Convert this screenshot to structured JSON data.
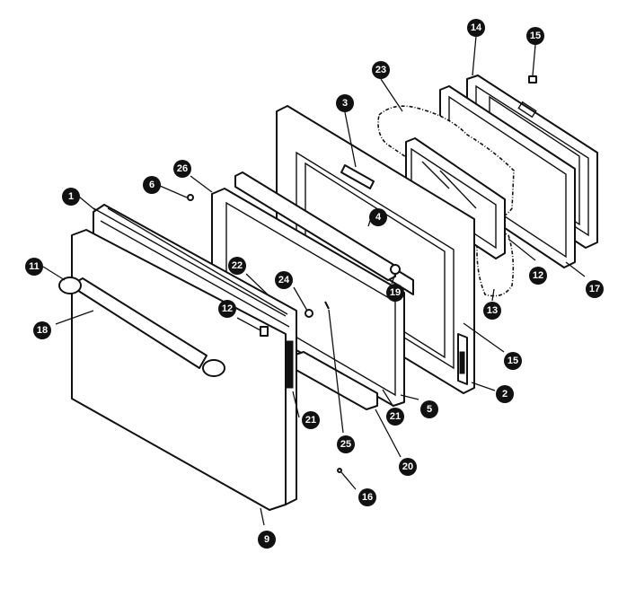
{
  "callouts": [
    {
      "id": "c14",
      "label": "14"
    },
    {
      "id": "c15a",
      "label": "15"
    },
    {
      "id": "c23",
      "label": "23"
    },
    {
      "id": "c3",
      "label": "3"
    },
    {
      "id": "c26",
      "label": "26"
    },
    {
      "id": "c6",
      "label": "6"
    },
    {
      "id": "c1",
      "label": "1"
    },
    {
      "id": "c4",
      "label": "4"
    },
    {
      "id": "c11",
      "label": "11"
    },
    {
      "id": "c22",
      "label": "22"
    },
    {
      "id": "c24",
      "label": "24"
    },
    {
      "id": "c19",
      "label": "19"
    },
    {
      "id": "c12a",
      "label": "12"
    },
    {
      "id": "c12b",
      "label": "12"
    },
    {
      "id": "c17",
      "label": "17"
    },
    {
      "id": "c18",
      "label": "18"
    },
    {
      "id": "c13",
      "label": "13"
    },
    {
      "id": "c15b",
      "label": "15"
    },
    {
      "id": "c2",
      "label": "2"
    },
    {
      "id": "c5",
      "label": "5"
    },
    {
      "id": "c21a",
      "label": "21"
    },
    {
      "id": "c21b",
      "label": "21"
    },
    {
      "id": "c25",
      "label": "25"
    },
    {
      "id": "c20",
      "label": "20"
    },
    {
      "id": "c16",
      "label": "16"
    },
    {
      "id": "c9",
      "label": "9"
    }
  ]
}
